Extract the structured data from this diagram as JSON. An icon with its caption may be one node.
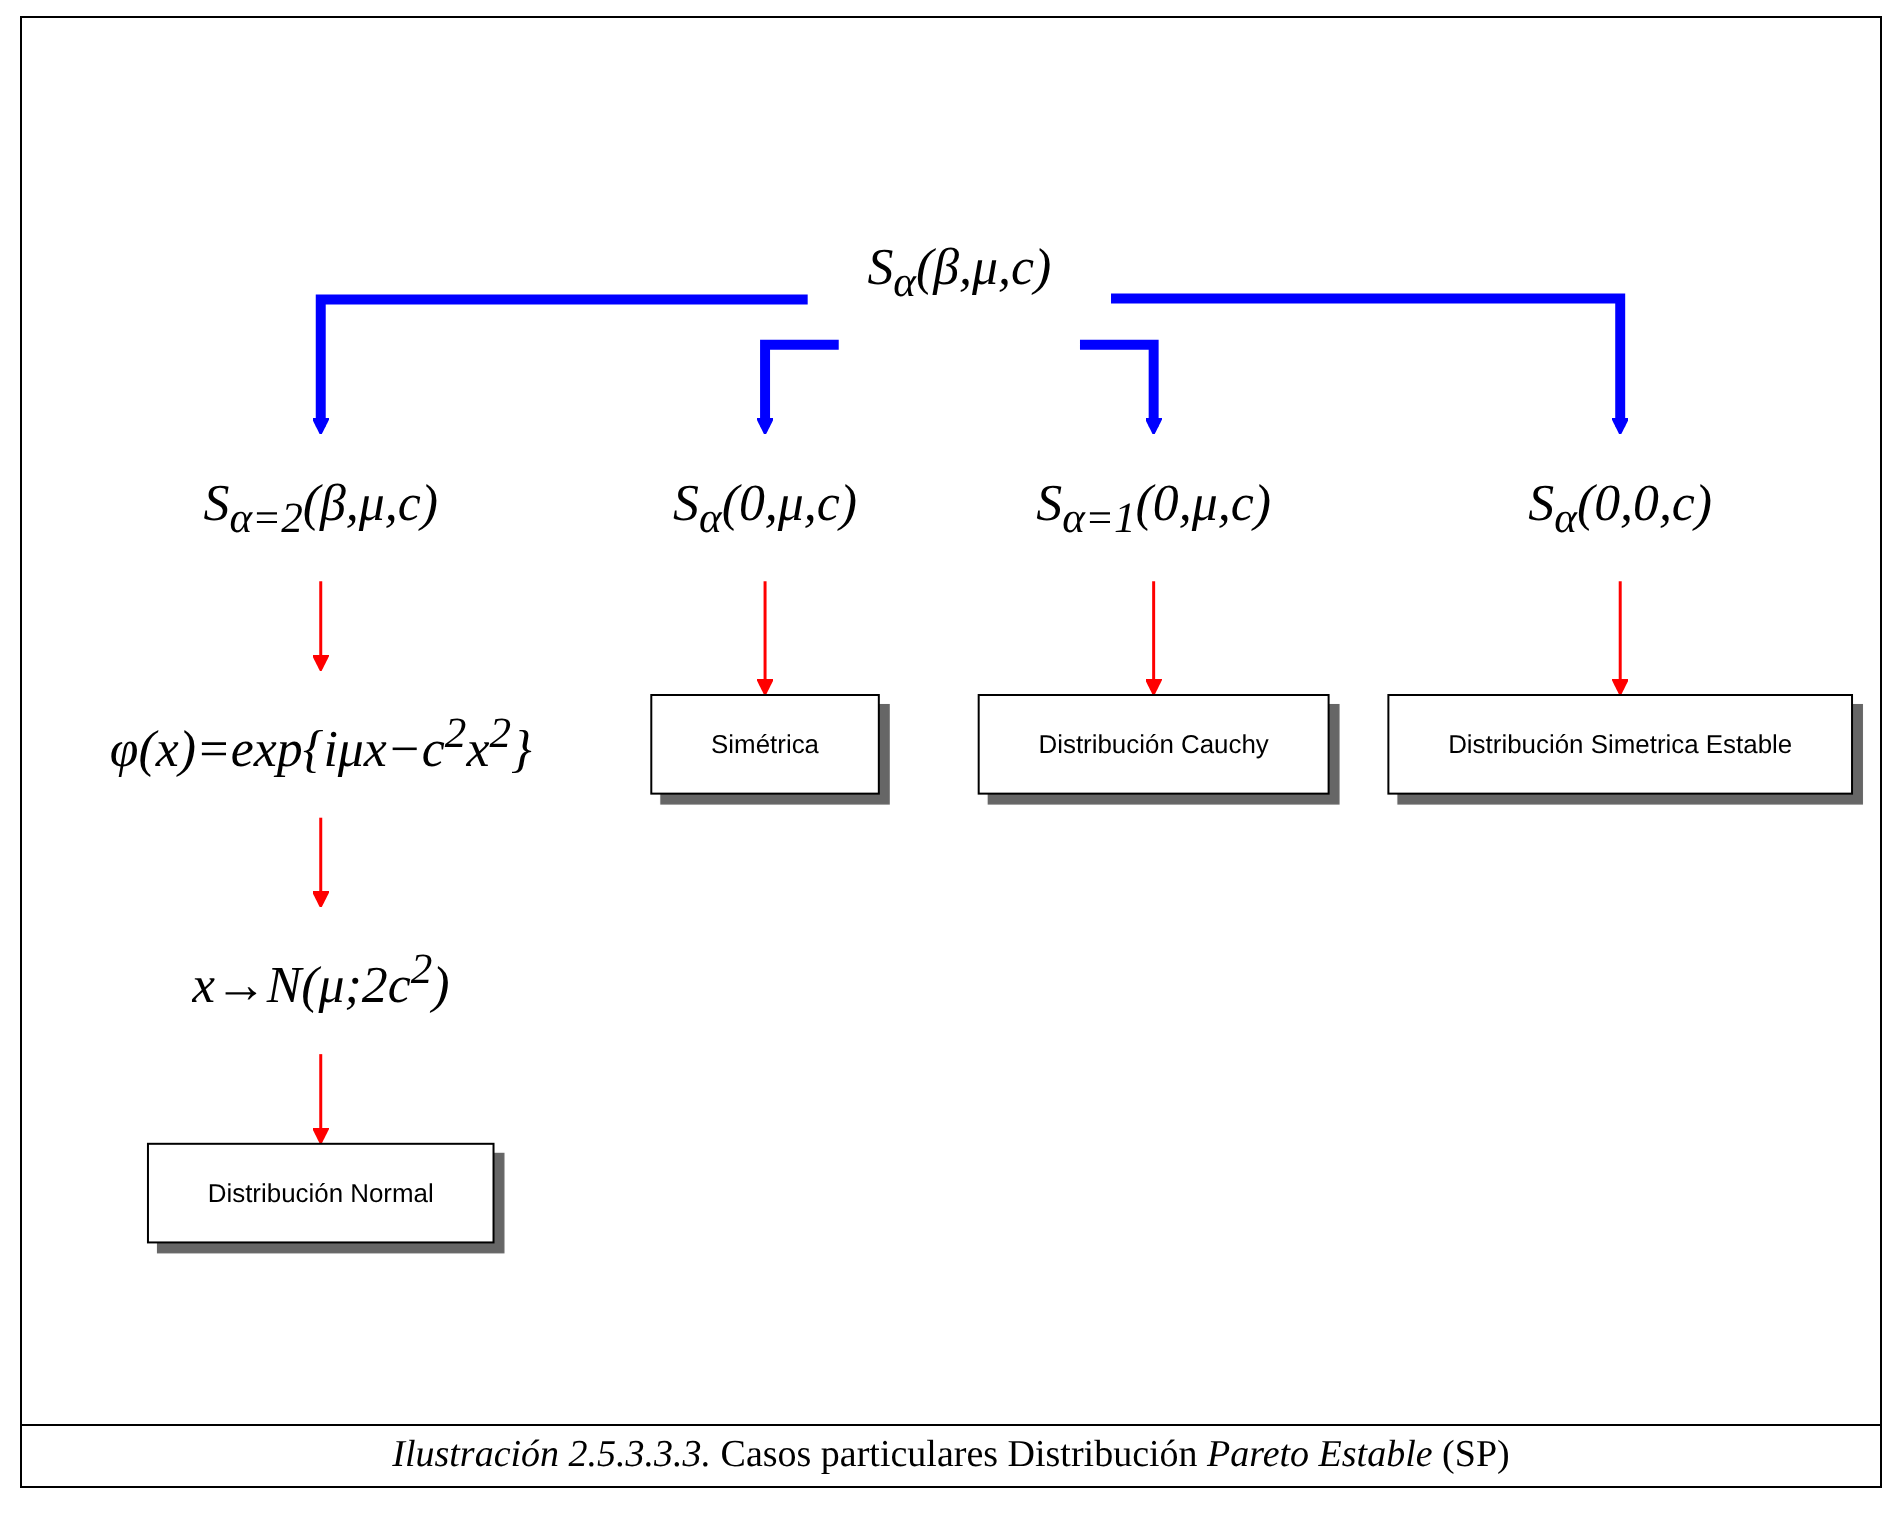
{
  "diagram": {
    "caption": "*Ilustración 2.5.3.3.3.* Casos particulares Distribución *Pareto Estable* (SP)",
    "nodes": [
      {
        "text": [
          "S$_{α}$(β,μ,c)"
        ]
      },
      {
        "text": [
          "S$_{α}$(0,μ,c)"
        ]
      },
      {
        "text": [
          "S$_{α=2}$(β,μ,c)"
        ]
      },
      {
        "text": [
          "S$_{α=1}$(0,μ,c)"
        ]
      },
      {
        "text": [
          "S$_{α}$(0,0,c)"
        ]
      },
      {
        "text": [
          "φ(x)=exp{iμx−c$^{2}$x$^{2}$}"
        ]
      },
      {
        "text": [
          "x→N(μ;2c$^{2}$)"
        ]
      },
      {
        "text": [
          "Simétrica"
        ]
      },
      {
        "text": [
          "Distribución Normal"
        ]
      },
      {
        "text": [
          "Distribución Cauchy"
        ]
      },
      {
        "text": [
          "Distribución Simetrica Estable"
        ]
      }
    ],
    "edges": [
      {
        "from": 0,
        "to": 1,
        "arrow": "to",
        "color": "#0000ff",
        "style": "thick"
      },
      {
        "from": 0,
        "to": 2,
        "arrow": "to",
        "color": "#0000ff",
        "style": "thick"
      },
      {
        "from": 0,
        "to": 3,
        "arrow": "to",
        "color": "#0000ff",
        "style": "thick"
      },
      {
        "from": 0,
        "to": 4,
        "arrow": "to",
        "color": "#0000ff",
        "style": "thick"
      },
      {
        "from": 1,
        "to": 7,
        "arrow": "to",
        "color": "#ff0000"
      },
      {
        "from": 2,
        "to": 5,
        "arrow": "to",
        "color": "#ff0000"
      },
      {
        "from": 5,
        "to": 6,
        "arrow": "to",
        "color": "#ff0000"
      },
      {
        "from": 6,
        "to": 8,
        "arrow": "to",
        "color": "#ff0000"
      },
      {
        "from": 3,
        "to": 9,
        "arrow": "to",
        "color": "#ff0000"
      },
      {
        "from": 4,
        "to": 10,
        "arrow": "to",
        "color": "#ff0000"
      }
    ]
  }
}
